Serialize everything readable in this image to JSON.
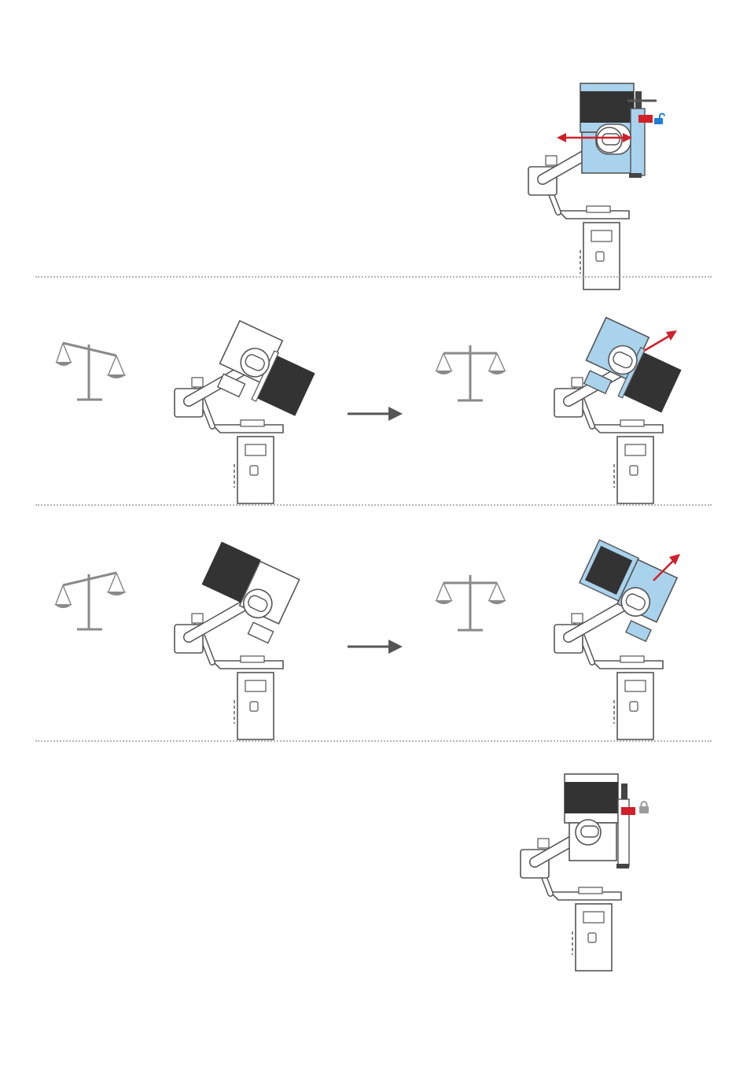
{
  "colors": {
    "line": "#555555",
    "scale": "#8a8a8a",
    "blue": "#a9d2ec",
    "red": "#d0202a",
    "dark": "#333333",
    "divider": "#b5b5b5"
  },
  "icons": [
    "gimbal-icon",
    "balance-scale-icon",
    "arrow-right-icon",
    "lock-icon",
    "unlock-icon"
  ],
  "steps": [
    {
      "id": "step-1",
      "scale_state": "none",
      "lock": "unlocked"
    },
    {
      "id": "step-2",
      "scale_before": "tilted-right-down",
      "scale_after": "level",
      "arrow": "up-right"
    },
    {
      "id": "step-3",
      "scale_before": "tilted-left-down",
      "scale_after": "level",
      "arrow": "up-right"
    },
    {
      "id": "step-4",
      "scale_state": "none",
      "lock": "locked"
    }
  ]
}
